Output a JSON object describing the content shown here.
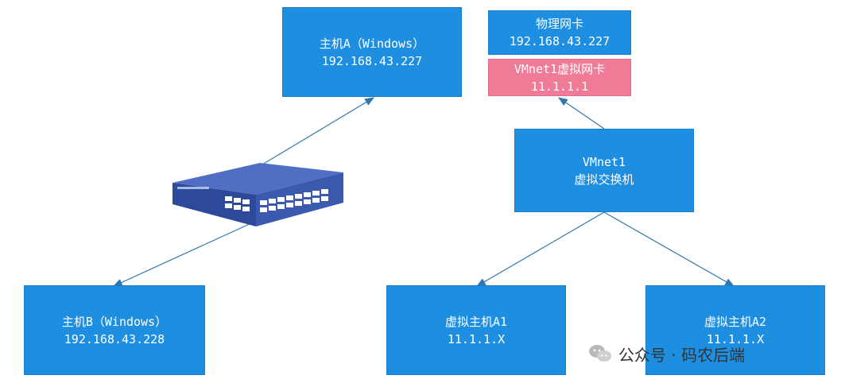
{
  "hostA": {
    "line1": "主机A（Windows）",
    "line2": "192.168.43.227"
  },
  "phys_nic": {
    "line1": "物理网卡",
    "line2": "192.168.43.227"
  },
  "vmnet1_nic": {
    "line1": "VMnet1虚拟网卡",
    "line2": "11.1.1.1"
  },
  "vmnet1_switch": {
    "line1": "VMnet1",
    "line2": "虚拟交换机"
  },
  "hostB": {
    "line1": "主机B（Windows）",
    "line2": "192.168.43.228"
  },
  "vhostA1": {
    "line1": "虚拟主机A1",
    "line2": "11.1.1.X"
  },
  "vhostA2": {
    "line1": "虚拟主机A2",
    "line2": "11.1.1.X"
  },
  "watermark": {
    "text": "公众号 · 码农后端"
  },
  "colors": {
    "box": "#1e8fe0",
    "nic_box": "#f07b97",
    "line": "#2f77b0"
  },
  "icons": {
    "switch": "network-switch-icon",
    "wechat": "wechat-icon"
  }
}
